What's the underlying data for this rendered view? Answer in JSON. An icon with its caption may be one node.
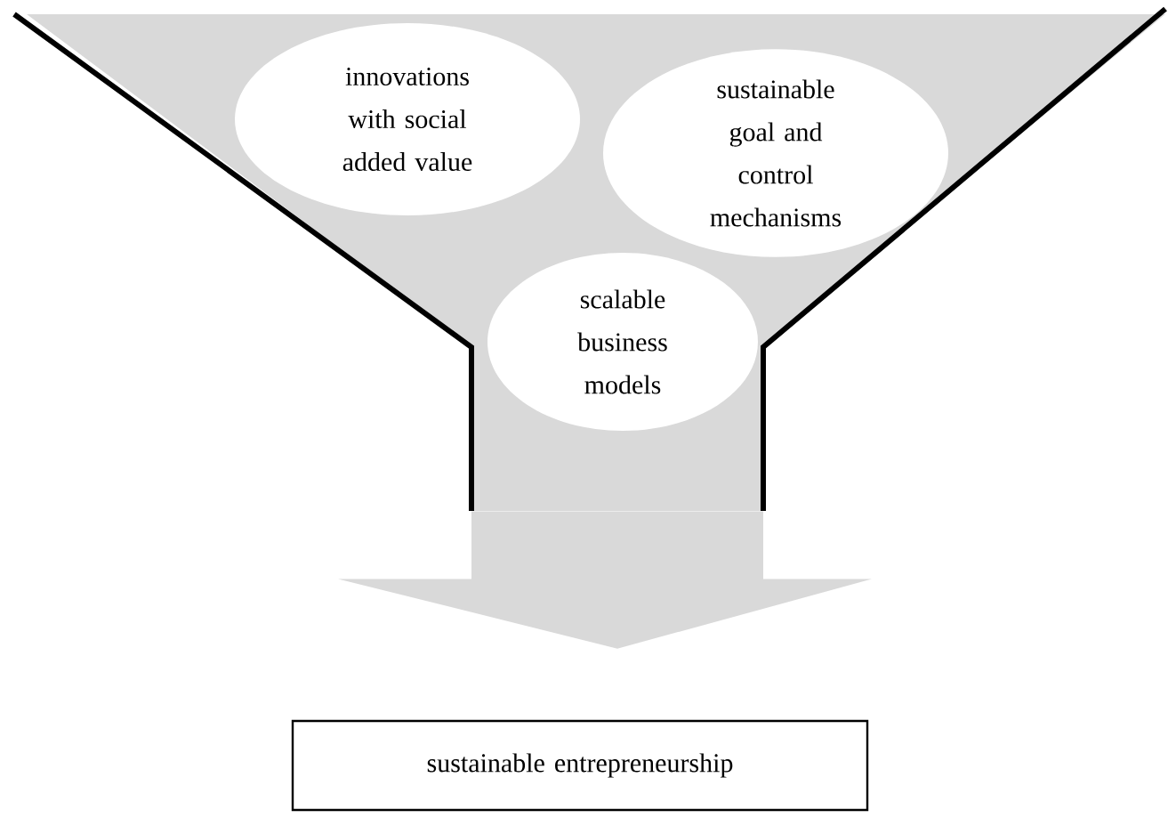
{
  "diagram": {
    "nodes": [
      {
        "text": [],
        "shape": "funnel"
      },
      {
        "text": [
          "innovations with social added value"
        ],
        "in": 0
      },
      {
        "text": [
          "sustainable goal and control mechanisms"
        ],
        "in": 0
      },
      {
        "text": [
          "scalable business models"
        ],
        "in": 0
      },
      {
        "text": [
          "sustainable entrepreneurship"
        ]
      }
    ],
    "edges": [
      {
        "from": 0,
        "to": 4,
        "arrow": "to",
        "style": "thick",
        "color": "#d9d9d9"
      }
    ]
  }
}
